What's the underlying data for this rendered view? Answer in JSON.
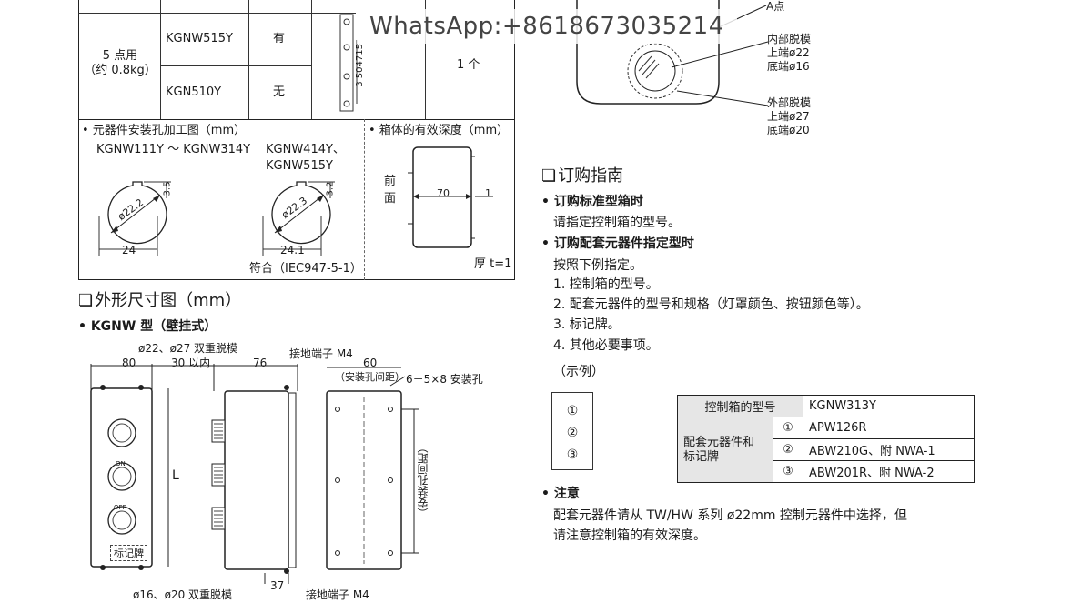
{
  "watermark": "WhatsApp:+8618673035214",
  "top_table": {
    "row_label_line1": "5 点用",
    "row_label_line2": "（约 0.8kg）",
    "model_1": "KGNW515Y",
    "model_2": "KGN510Y",
    "avail_1": "有",
    "avail_2": "无",
    "qty": "1 个",
    "dims": [
      "3",
      "50",
      "47",
      "15"
    ]
  },
  "hole_section": {
    "caption": "• 元器件安装孔加工图（mm）",
    "left_model": "KGNW111Y ～ KGNW314Y",
    "left_dia": "ø22.2",
    "left_key": "3.5",
    "left_width": "24",
    "right_model_1": "KGNW414Y、",
    "right_model_2": "KGNW515Y",
    "right_dia": "ø22.3",
    "right_key": "3.2",
    "right_width": "24.1",
    "standard": "符合（IEC947-5-1）"
  },
  "depth_section": {
    "caption": "• 箱体的有效深度（mm）",
    "front_1": "前",
    "front_2": "面",
    "depth": "70",
    "offset": "1",
    "thickness": "厚 t=1"
  },
  "knockout": {
    "point": "A点",
    "inner_title": "内部脱模",
    "inner_top": "上端ø22",
    "inner_bottom": "底端ø16",
    "outer_title": "外部脱模",
    "outer_top": "上端ø27",
    "outer_bottom": "底端ø20"
  },
  "dimension_section": {
    "title": "外形尺寸图（mm）",
    "subtitle": "• KGNW 型（壁挂式）",
    "w80": "80",
    "depth_note": "30 以内",
    "d76": "76",
    "w60": "60",
    "top_knockout": "ø22、ø27 双重脱模",
    "ground_top": "接地端子 M4",
    "hole_pitch_top": "（安装孔间距）",
    "mount_holes": "6－5×8 安装孔",
    "length": "L",
    "side_pitch": "（安装孔间距）",
    "label_plate": "标记牌",
    "on_label": "ON",
    "off_label": "OFF",
    "bottom_knockout": "ø16、ø20 双重脱模",
    "d37": "37",
    "ground_bottom": "接地端子 M4"
  },
  "order_guide": {
    "title": "订购指南",
    "std_title": "• 订购标准型箱时",
    "std_text": "请指定控制箱的型号。",
    "cfg_title": "• 订购配套元器件指定型时",
    "cfg_text": "按照下例指定。",
    "items": [
      "1. 控制箱的型号。",
      "2. 配套元器件的型号和规格（灯罩颜色、按钮颜色等）。",
      "3. 标记牌。",
      "4. 其他必要事项。"
    ],
    "example": "（示例）",
    "circles": [
      "①",
      "②",
      "③"
    ]
  },
  "order_table": {
    "model_label": "控制箱的型号",
    "model_value": "KGNW313Y",
    "parts_label_1": "配套元器件和",
    "parts_label_2": "标记牌",
    "rows": [
      {
        "no": "①",
        "value": "APW126R"
      },
      {
        "no": "②",
        "value": "ABW210G、附 NWA-1"
      },
      {
        "no": "③",
        "value": "ABW201R、附 NWA-2"
      }
    ]
  },
  "note": {
    "title": "• 注意",
    "line1": "配套元器件请从 TW/HW 系列 ø22mm 控制元器件中选择，但",
    "line2": "请注意控制箱的有效深度。"
  }
}
